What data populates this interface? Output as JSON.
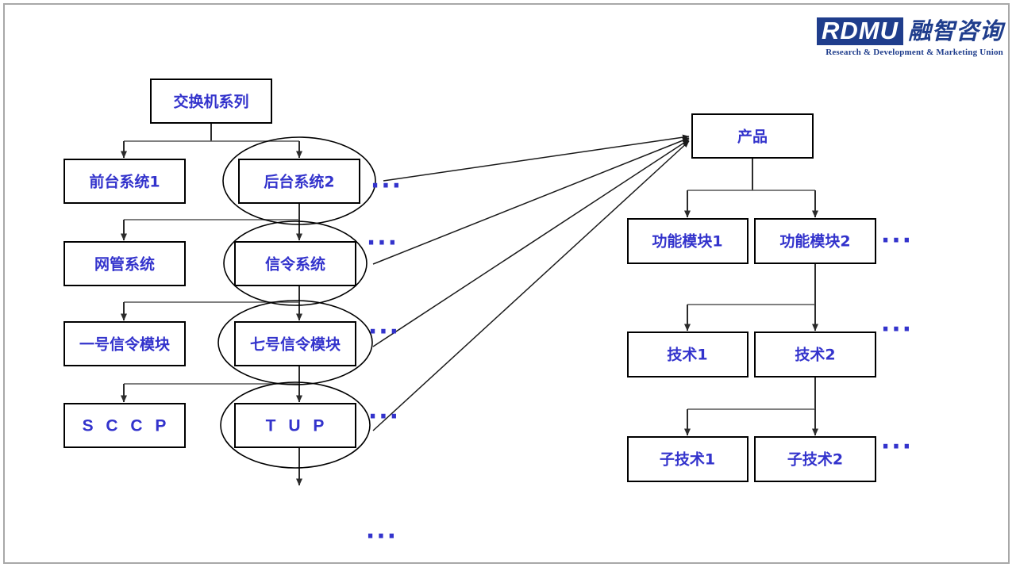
{
  "slide": {
    "background_color": "#ffffff",
    "frame_color": "#a8a8a8"
  },
  "logo": {
    "mark": "RDMU",
    "chinese": "融智咨询",
    "tagline": "Research & Development & Marketing Union",
    "color": "#1F3D8C"
  },
  "colors": {
    "label_blue": "#3333CC",
    "box_border": "#000000",
    "connector": "#2b2b2b"
  },
  "diagram": {
    "left_tree": {
      "root": {
        "label": "交换机系列"
      },
      "rows": [
        {
          "left": "前台系统1",
          "right": "后台系统2"
        },
        {
          "left": "网管系统",
          "right": "信令系统"
        },
        {
          "left": "一号信令模块",
          "right": "七号信令模块"
        },
        {
          "left": "S C C P",
          "right": "T U P"
        }
      ],
      "highlighted_nodes": [
        "后台系统2",
        "信令系统",
        "七号信令模块",
        "T U P"
      ],
      "trailing_ellipses": [
        "...",
        "...",
        "...",
        "..."
      ],
      "bottom_ellipsis": "..."
    },
    "right_tree": {
      "root": {
        "label": "产品"
      },
      "rows": [
        {
          "first": "功能模块1",
          "second": "功能模块2",
          "ellipsis": "..."
        },
        {
          "first": "技术1",
          "second": "技术2",
          "ellipsis": "..."
        },
        {
          "first": "子技术1",
          "second": "子技术2",
          "ellipsis": "..."
        }
      ]
    }
  }
}
